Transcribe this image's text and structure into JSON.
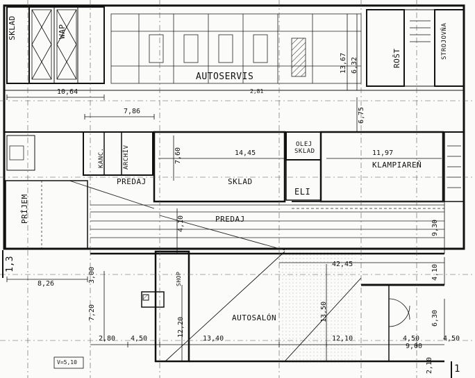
{
  "rooms": {
    "sklad_top": "SKLAD",
    "wap": "WAP",
    "autoservis": "AUTOSERVIS",
    "rost": "ROŠT",
    "strojovna": "STROJOVŇA",
    "kanc": "KANC.",
    "archiv": "ARCHÍV",
    "predaj_left": "PREDAJ",
    "sklad_center": "SKLAD",
    "olej_sklad_1": "OLEJ",
    "olej_sklad_2": "SKLAD",
    "klampiaren": "KLAMPIAREŇ",
    "eli": "ELI",
    "prijem": "PRÍJEM",
    "predaj_center": "PREDAJ",
    "shop": "SHOP",
    "autosalon": "AUTOSALÓN"
  },
  "dimensions": {
    "d_10_64": "10,64",
    "d_7_86": "7,86",
    "d_13_67": "13,67",
    "d_6_32": "6,32",
    "d_6_75": "6,75",
    "d_7_60": "7,60",
    "d_14_45": "14,45",
    "d_11_97": "11,97",
    "d_9_30": "9,30",
    "d_4_10": "4,10",
    "d_42_45": "42,45",
    "d_8_26": "8,26",
    "d_3_00": "3,00",
    "d_7_20": "7,20",
    "d_12_20": "12,20",
    "d_13_50": "13,50",
    "d_13_40": "13,40",
    "d_12_10": "12,10",
    "d_2_80": "2,80",
    "d_4_50_a": "4,50",
    "d_4_50_b": "4,50",
    "d_4_50_c": "4,50",
    "d_9_00": "9,00",
    "d_6_30": "6,30",
    "d_4_10_b": "4,10",
    "d_2_10": "2,10",
    "d_1_3": "1,3",
    "d_281": "2,81"
  },
  "notes": {
    "level": "V=5,10",
    "section_mark": "1"
  }
}
